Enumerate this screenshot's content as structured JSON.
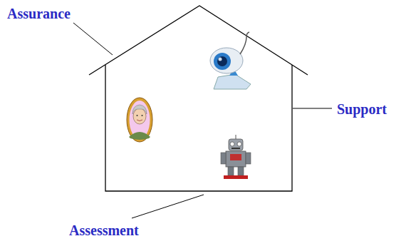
{
  "diagram": {
    "labels": [
      "Assurance",
      "Support",
      "Assessment"
    ]
  }
}
